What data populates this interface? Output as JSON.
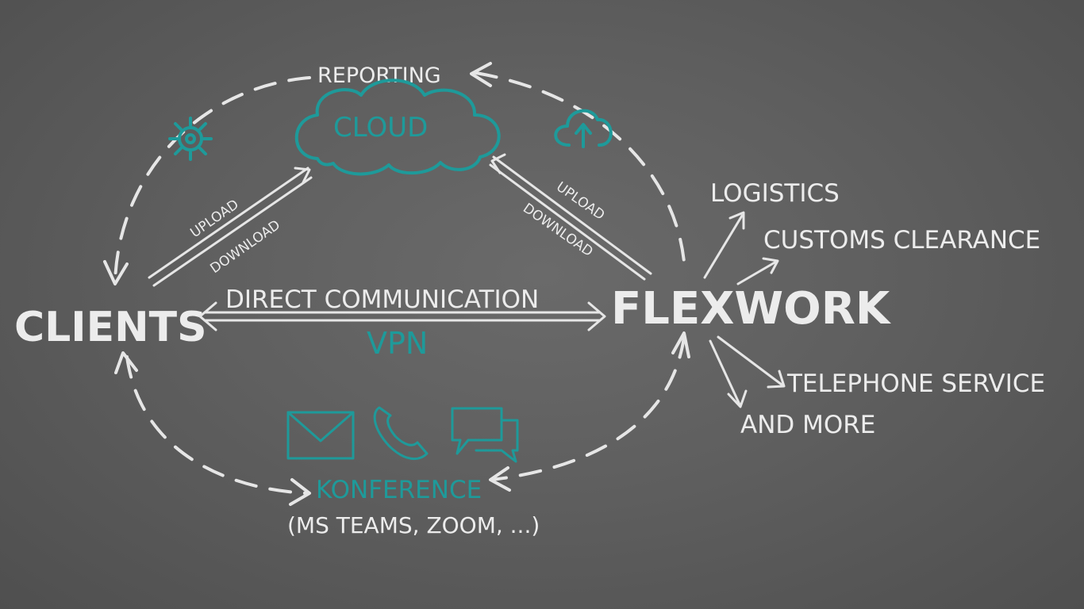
{
  "nodes": {
    "clients": "CLIENTS",
    "flexwork": "FLEXWORK",
    "cloud": "CLOUD",
    "reporting": "REPORTING",
    "konference": "KONFERENCE",
    "konference_sub": "(MS TEAMS, ZOOM, ...)"
  },
  "edges": {
    "left_upload": "UPLOAD",
    "left_download": "DOWNLOAD",
    "right_upload": "UPLOAD",
    "right_download": "DOWNLOAD",
    "direct": "DIRECT COMMUNICATION",
    "vpn": "VPN"
  },
  "services": {
    "logistics": "LOGISTICS",
    "customs": "CUSTOMS CLEARANCE",
    "telephone": "TELEPHONE SERVICE",
    "more": "AND MORE"
  },
  "icons": [
    "settings-gear-icon",
    "cloud-upload-icon",
    "mail-icon",
    "phone-icon",
    "chat-bubbles-icon"
  ],
  "colors": {
    "chalk": "#ececec",
    "teal": "#1e9a9a",
    "board": "#5f5f5f"
  }
}
